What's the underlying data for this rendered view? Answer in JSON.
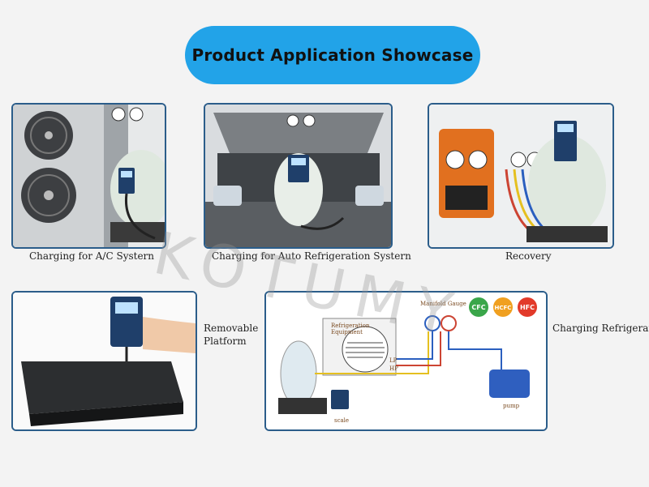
{
  "header": {
    "title": "Product Application Showcase"
  },
  "watermark": "KOTUMY",
  "panels": {
    "ac": {
      "caption": "Charging for A/C Systern"
    },
    "auto": {
      "caption": "Charging for Auto Refrigeration Systern"
    },
    "recovery": {
      "caption": "Recovery"
    },
    "platform": {
      "caption_line1": "Removable",
      "caption_line2": "Platform"
    },
    "charging": {
      "caption": "Charging Refrigerant",
      "manifold_label": "Manifold Gauge",
      "badges": [
        "CFC",
        "HCFC",
        "HFC"
      ],
      "equipment_line1": "Refrigeration",
      "equipment_line2": "Equipment",
      "lp": "LP",
      "hp": "HP",
      "scale": "scale",
      "pump": "pump"
    }
  },
  "colors": {
    "title_bg": "#22a3e8",
    "panel_border": "#2b5d8a",
    "badge_cfc": "#3aa64a",
    "badge_hcfc": "#f0a020",
    "badge_hfc": "#e23a2a"
  }
}
